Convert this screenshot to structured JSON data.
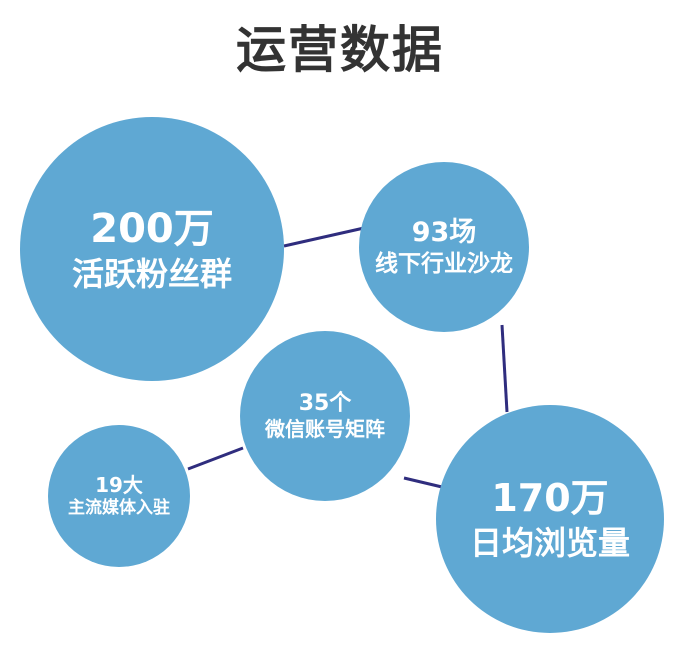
{
  "title": "运营数据",
  "colors": {
    "bubble": "#5fa8d3",
    "connector": "#2f2d7e",
    "title": "#333333",
    "text": "#ffffff"
  },
  "bubbles": {
    "fans": {
      "number": "200万",
      "label": "活跃粉丝群"
    },
    "salon": {
      "number": "93场",
      "label": "线下行业沙龙"
    },
    "wechat": {
      "number": "35个",
      "label": "微信账号矩阵"
    },
    "media": {
      "number": "19大",
      "label": "主流媒体入驻"
    },
    "views": {
      "number": "170万",
      "label": "日均浏览量"
    }
  }
}
